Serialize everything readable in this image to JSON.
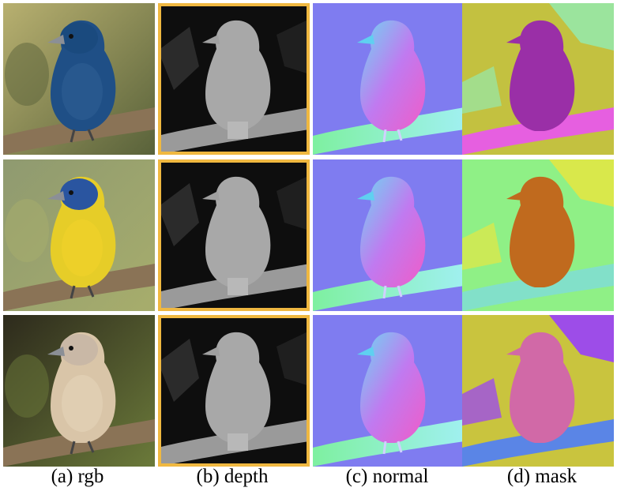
{
  "captions": [
    "(a) rgb",
    "(b) depth",
    "(c) normal",
    "(d) mask"
  ],
  "columns": [
    "rgb",
    "depth",
    "normal",
    "mask"
  ],
  "rows": [
    {
      "bird": "indigo bunting",
      "body": "#1f4f86",
      "head": "#1a4a7e",
      "belly": "#2c5c92",
      "bg1": "#b8b070",
      "bg2": "#59623a",
      "mask_bg": "#c3c140",
      "mask_bird": "#9a2fa7",
      "mask_branch": "#e65fe0",
      "mask_leaf": "#9be49d"
    },
    {
      "bird": "painted finch",
      "body": "#e6cd28",
      "head": "#2a55a0",
      "belly": "#f0d22a",
      "bg1": "#8f9a70",
      "bg2": "#a7ad6c",
      "mask_bg": "#8ff086",
      "mask_bird": "#c06a1e",
      "mask_branch": "#82e0c9",
      "mask_leaf": "#d9e84b"
    },
    {
      "bird": "pale sparrow",
      "body": "#d9c5a8",
      "head": "#c9b8a6",
      "belly": "#e2d1b6",
      "bg1": "#2d2a1c",
      "bg2": "#6b7a3a",
      "mask_bg": "#c9c43e",
      "mask_bird": "#d169a7",
      "mask_branch": "#5a85e6",
      "mask_leaf": "#9d4de8"
    }
  ]
}
